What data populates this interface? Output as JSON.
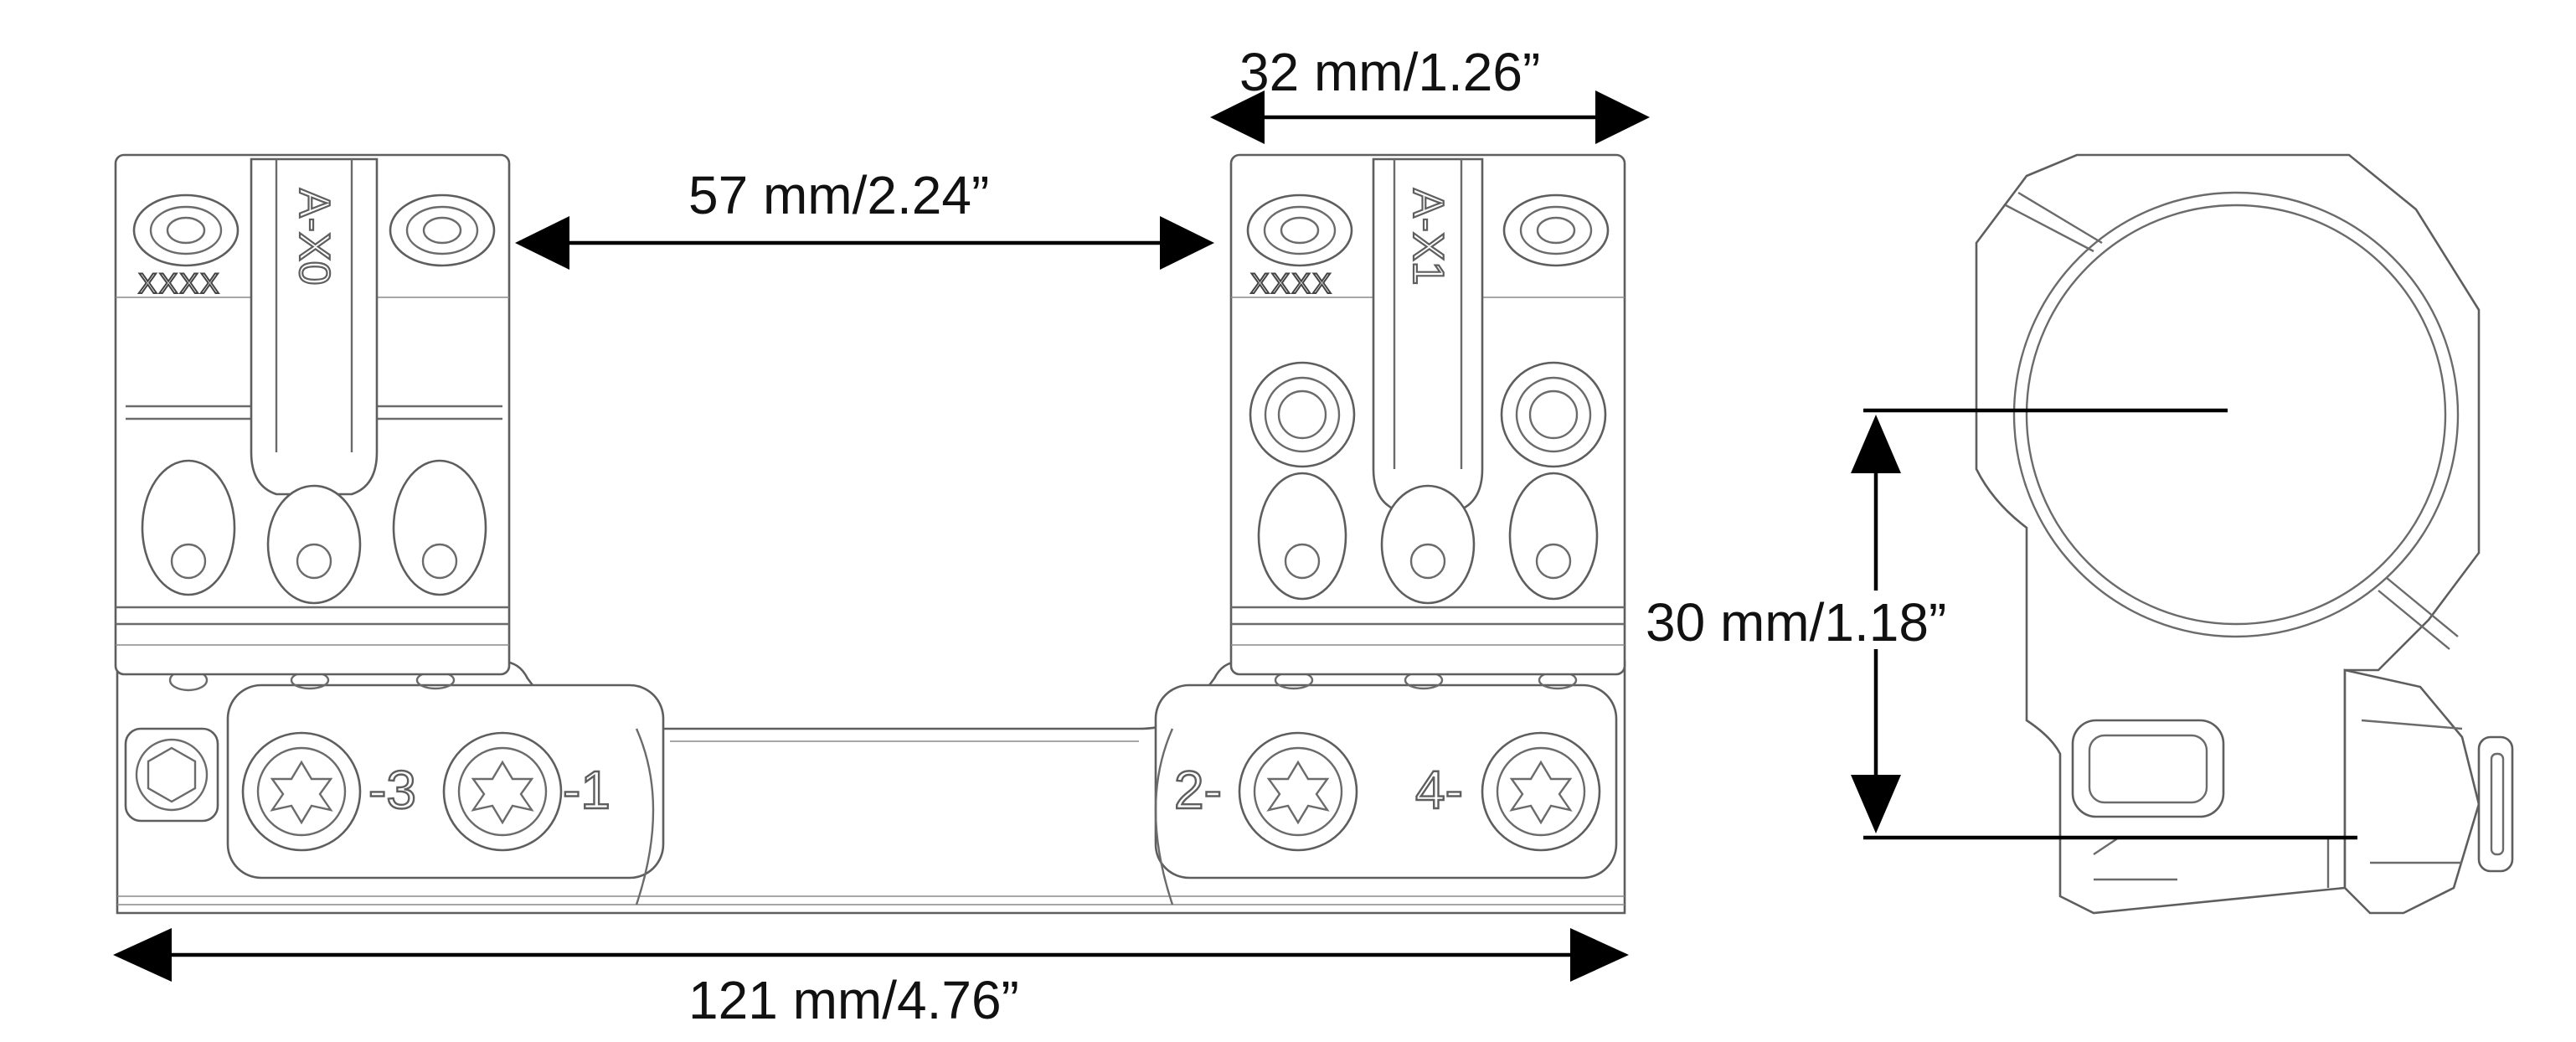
{
  "dimensions": {
    "ring_spacing": "57 mm/2.24”",
    "ring_width": "32 mm/1.26”",
    "overall_length": "121 mm/4.76”",
    "center_height": "30 mm/1.18”"
  },
  "markings": {
    "left_ring_code": "A-X0",
    "right_ring_code": "A-X1",
    "left_ring_serial": "XXXX",
    "right_ring_serial": "XXXX",
    "base_marks": [
      "-3",
      "-1",
      "2-",
      "4-"
    ]
  },
  "icons": [
    "torx-screw-icon",
    "hex-screw-icon",
    "dimension-arrow-icon"
  ]
}
